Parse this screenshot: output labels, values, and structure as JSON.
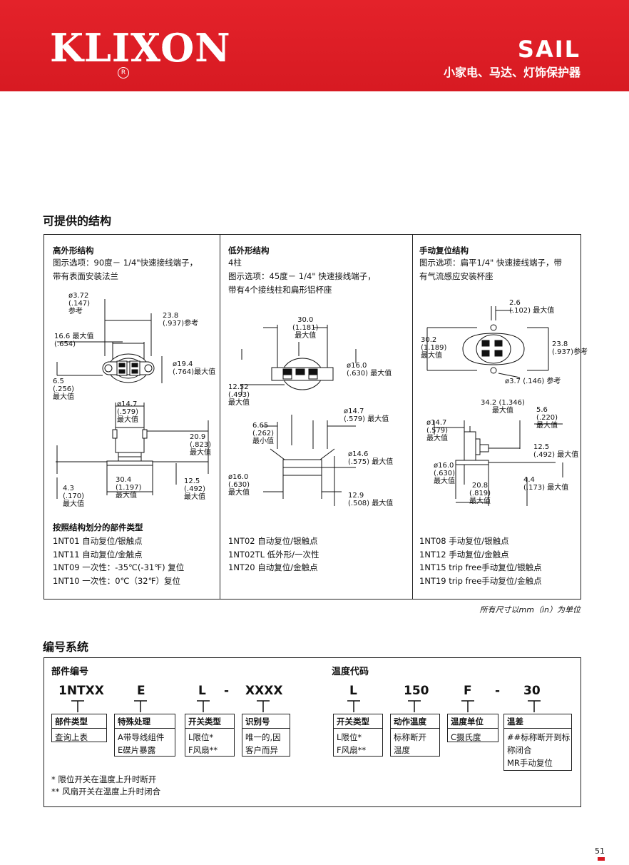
{
  "header": {
    "logo": "KLIXON",
    "logo_mark": "R",
    "brand": "SAIL",
    "subtitle": "小家电、马达、灯饰保护器"
  },
  "structures": {
    "title": "可提供的结构",
    "columns": [
      {
        "title": "高外形结构",
        "desc": [
          "图示选项：90度－ 1/4\"快速接线端子，",
          "带有表面安装法兰"
        ],
        "dims_top": [
          "ø3.72",
          "(.147)",
          "参考",
          "23.8",
          "(.937)参考",
          "16.6",
          "最大值",
          "(.654)",
          "ø19.4",
          "(.764)最大值",
          "6.5",
          "(.256)",
          "最大值"
        ],
        "dims_bottom": [
          "ø14.7",
          "(.579)",
          "最大值",
          "20.9",
          "(.823)",
          "最大值",
          "30.4",
          "(1.197)",
          "最大值",
          "12.5",
          "(.492)",
          "最大值",
          "4.3",
          "(.170)",
          "最大值"
        ],
        "parts_title": "按照结构划分的部件类型",
        "parts": [
          "1NT01 自动复位/银触点",
          "1NT11 自动复位/金触点",
          "1NT09 一次性：-35℃(-31℉) 复位",
          "1NT10 一次性：0℃（32℉）复位"
        ]
      },
      {
        "title": "低外形结构",
        "desc": [
          "4柱",
          "图示选项：45度－ 1/4\" 快速接线端子，",
          "带有4个接线柱和扁形铝杯座"
        ],
        "dims_top": [
          "30.0",
          "(1.181)",
          "最大值",
          "ø16.0",
          "(.630) 最大值",
          "12.52",
          "(.493)",
          "最大值"
        ],
        "dims_bottom": [
          "6.65",
          "(.262)",
          "最小值",
          "ø14.7",
          "(.579) 最大值",
          "ø14.6",
          "(.575) 最大值",
          "ø16.0",
          "(.630)",
          "最大值",
          "12.9",
          "(.508) 最大值"
        ],
        "parts": [
          "1NT02 自动复位/银触点",
          "1NT02TL 低外形/一次性",
          "1NT20 自动复位/金触点"
        ]
      },
      {
        "title": "手动复位结构",
        "desc": [
          "图示选项：扁平1/4\" 快速接线端子，带",
          "有气流感应安装杯座"
        ],
        "dims_top": [
          "2.6",
          "(.102) 最大值",
          "30.2",
          "(1.189)",
          "最大值",
          "23.8",
          "(.937)参考",
          "ø3.7 (.146) 参考"
        ],
        "dims_bottom": [
          "34.2 (1.346)",
          "最大值",
          "5.6",
          "(.220)",
          "最大值",
          "ø14.7",
          "(.579)",
          "最大值",
          "12.5",
          "(.492) 最大值",
          "ø16.0",
          "(.630)",
          "最大值",
          "4.4",
          "(.173) 最大值",
          "20.8",
          "(.819)",
          "最大值"
        ],
        "parts": [
          "1NT08 手动复位/银触点",
          "1NT12 手动复位/金触点",
          "1NT15 trip free手动复位/银触点",
          "1NT19 trip free手动复位/金触点"
        ]
      }
    ],
    "note": "所有尺寸以mm（in）为单位"
  },
  "numbering": {
    "title": "编号系统",
    "part_label": "部件编号",
    "temp_label": "温度代码",
    "codes": [
      "1NTXX",
      "E",
      "L",
      "-",
      "XXXX",
      "L",
      "150",
      "F",
      "-",
      "30"
    ],
    "boxes": [
      {
        "head": "部件类型",
        "body": [
          "查询上表"
        ]
      },
      {
        "head": "特殊处理",
        "body": [
          "A带导线组件",
          "E碟片暴露"
        ]
      },
      {
        "head": "开关类型",
        "body": [
          "L限位*",
          "F风扇**"
        ]
      },
      {
        "head": "识别号",
        "body": [
          "唯一的,因",
          "客户而异"
        ]
      },
      {
        "head": "开关类型",
        "body": [
          "L限位*",
          "F风扇**"
        ]
      },
      {
        "head": "动作温度",
        "body": [
          "标称断开",
          "温度"
        ]
      },
      {
        "head": "温度单位",
        "body": [
          "C摄氏度"
        ]
      },
      {
        "head": "温差",
        "body": [
          "##标称断开到标",
          "称闭合",
          "MR手动复位"
        ]
      }
    ],
    "footnotes": [
      "* 限位开关在温度上升时断开",
      "** 风扇开关在温度上升时闭合"
    ]
  },
  "page_number": "51"
}
